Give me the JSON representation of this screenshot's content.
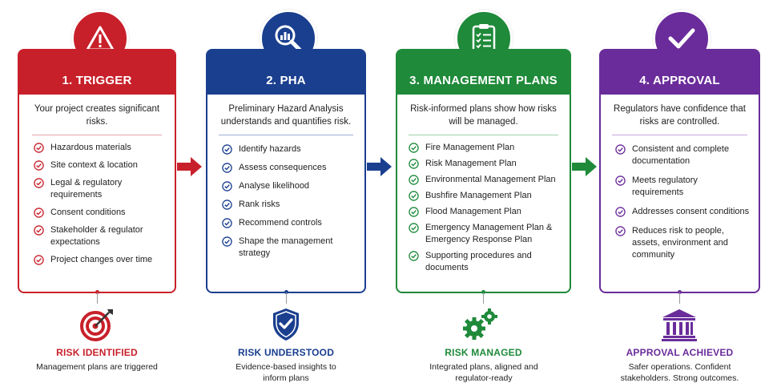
{
  "colors": {
    "trigger": "#c8202a",
    "pha": "#1a3f8f",
    "management": "#1f8a3a",
    "approval": "#6a2c9a"
  },
  "stages": [
    {
      "key": "trigger",
      "icon": "warning-icon",
      "title": "1. TRIGGER",
      "intro": "Your project creates significant risks.",
      "items": [
        "Hazardous materials",
        "Site context & location",
        "Legal & regulatory requirements",
        "Consent conditions",
        "Stakeholder & regulator expectations",
        "Project changes over time"
      ],
      "outcome_icon": "target-icon",
      "outcome_title": "RISK IDENTIFIED",
      "outcome_sub": "Management plans are triggered"
    },
    {
      "key": "pha",
      "icon": "magnifier-chart-icon",
      "title": "2. PHA",
      "intro": "Preliminary Hazard Analysis understands and quantifies risk.",
      "items": [
        "Identify hazards",
        "Assess consequences",
        "Analyse likelihood",
        "Rank risks",
        "Recommend controls",
        "Shape the management strategy"
      ],
      "outcome_icon": "shield-check-icon",
      "outcome_title": "RISK UNDERSTOOD",
      "outcome_sub": "Evidence-based insights to inform plans"
    },
    {
      "key": "management",
      "icon": "clipboard-checklist-icon",
      "title": "3. MANAGEMENT PLANS",
      "intro": "Risk-informed plans show how risks will be managed.",
      "items": [
        "Fire Management Plan",
        "Risk Management Plan",
        "Environmental Management Plan",
        "Bushfire Management Plan",
        "Flood Management Plan",
        "Emergency Management Plan & Emergency Response Plan",
        "Supporting procedures and documents"
      ],
      "outcome_icon": "gears-icon",
      "outcome_title": "RISK MANAGED",
      "outcome_sub": "Integrated plans, aligned and regulator-ready"
    },
    {
      "key": "approval",
      "icon": "checkmark-icon",
      "title": "4. APPROVAL",
      "intro": "Regulators have confidence that risks are controlled.",
      "items": [
        "Consistent and complete documentation",
        "Meets regulatory requirements",
        "Addresses consent conditions",
        "Reduces risk to people, assets, environment and community"
      ],
      "outcome_icon": "government-building-icon",
      "outcome_title": "APPROVAL ACHIEVED",
      "outcome_sub": "Safer operations. Confident stakeholders. Strong outcomes."
    }
  ]
}
